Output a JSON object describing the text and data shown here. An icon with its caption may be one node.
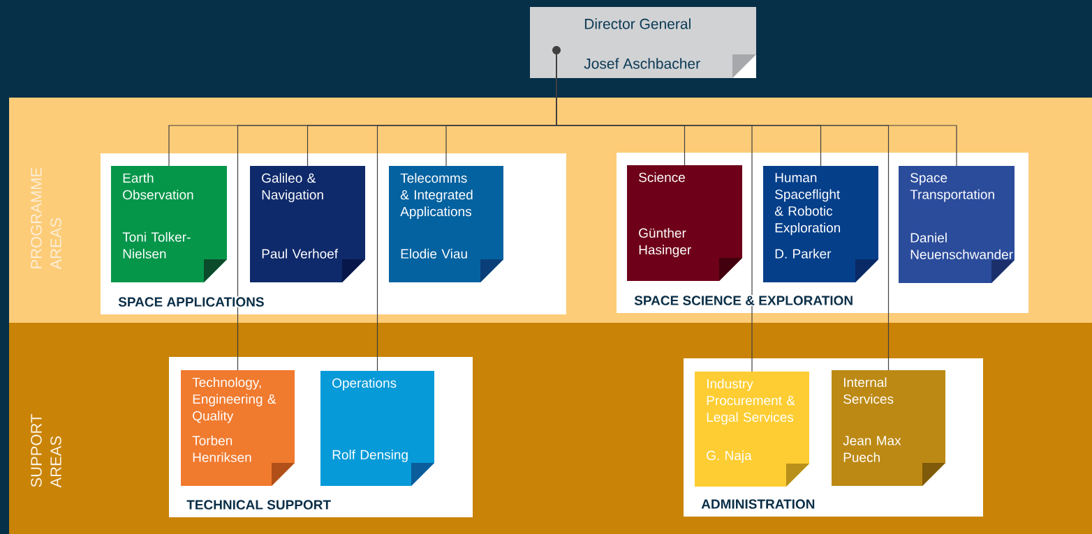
{
  "diagram": {
    "nodes": [
      {
        "text": [
          "Director General",
          "Josef Aschbacher"
        ]
      },
      {
        "text": [
          "PROGRAMME AREAS"
        ]
      },
      {
        "text": [
          "SPACE APPLICATIONS"
        ],
        "in": 1
      },
      {
        "text": [
          "Earth Observation",
          "Toni Tolker-Nielsen"
        ],
        "in": 2
      },
      {
        "text": [
          "Galileo & Navigation",
          "Paul Verhoef"
        ],
        "in": 2
      },
      {
        "text": [
          "Telecomms & Integrated Applications",
          "Elodie Viau"
        ],
        "in": 2
      },
      {
        "text": [
          "SPACE SCIENCE & EXPLORATION"
        ],
        "in": 1
      },
      {
        "text": [
          "Science",
          "Günther Hasinger"
        ],
        "in": 6
      },
      {
        "text": [
          "Human Spaceflight & Robotic Exploration",
          "D. Parker"
        ],
        "in": 6
      },
      {
        "text": [
          "Space Transportation",
          "Daniel Neuenschwander"
        ],
        "in": 6
      },
      {
        "text": [
          "SUPPORT AREAS"
        ]
      },
      {
        "text": [
          "TECHNICAL SUPPORT"
        ],
        "in": 10
      },
      {
        "text": [
          "Technology, Engineering & Quality",
          "Torben Henriksen"
        ],
        "in": 11
      },
      {
        "text": [
          "Operations",
          "Rolf Densing"
        ],
        "in": 11
      },
      {
        "text": [
          "ADMINISTRATION"
        ],
        "in": 10
      },
      {
        "text": [
          "Industry Procurement & Legal Services",
          "G. Naja"
        ],
        "in": 14
      },
      {
        "text": [
          "Internal Services",
          "Jean Max Puech"
        ],
        "in": 14
      },
      {
        "text": [],
        "shape": "circle",
        "in": 0
      }
    ],
    "edges": [
      {
        "from": 17,
        "to": 3,
        "arrow": "none"
      },
      {
        "from": 17,
        "to": 12,
        "arrow": "none"
      },
      {
        "from": 17,
        "to": 4,
        "arrow": "none"
      },
      {
        "from": 17,
        "to": 13,
        "arrow": "none"
      },
      {
        "from": 17,
        "to": 5,
        "arrow": "none"
      },
      {
        "from": 17,
        "to": 7,
        "arrow": "none"
      },
      {
        "from": 17,
        "to": 15,
        "arrow": "none"
      },
      {
        "from": 17,
        "to": 8,
        "arrow": "none"
      },
      {
        "from": 17,
        "to": 16,
        "arrow": "none"
      },
      {
        "from": 17,
        "to": 9,
        "arrow": "none"
      }
    ]
  }
}
